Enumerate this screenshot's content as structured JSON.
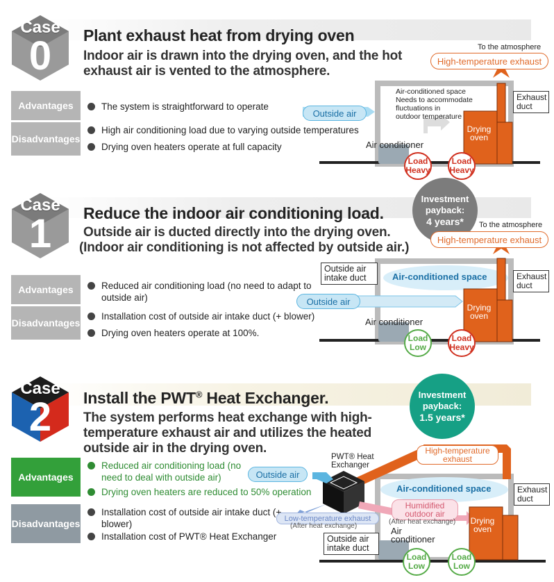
{
  "colors": {
    "oven": "#e0621c",
    "exhaust": "#e0621c",
    "outside_air": "#5bb5e0",
    "advantage_green": "#33a03a",
    "case2_red": "#d42a1c",
    "case2_blue": "#1c62b0"
  },
  "cases": [
    {
      "word": "Case",
      "number": "0",
      "title": "Plant exhaust heat from drying oven",
      "subtitle": "Indoor air is drawn into the drying oven, and the hot exhaust air is vented to the atmosphere.",
      "advantages_label": "Advantages",
      "disadvantages_label": "Disadvantages",
      "advantages": [
        "The system is straightforward to operate"
      ],
      "disadvantages": [
        "High air conditioning load due to varying outside temperatures",
        "Drying oven heaters operate at full capacity"
      ],
      "diagram": {
        "to_atmosphere": "To the atmosphere",
        "high_temp_exhaust": "High-temperature exhaust",
        "ac_space_note": "Air-conditioned space\nNeeds to accommodate\nfluctuations in\noutdoor temperature",
        "outside_air": "Outside air",
        "exhaust_duct": "Exhaust duct",
        "drying_oven": "Drying oven",
        "air_conditioner": "Air conditioner",
        "load_left": [
          "Load",
          "Heavy"
        ],
        "load_right": [
          "Load",
          "Heavy"
        ]
      }
    },
    {
      "word": "Case",
      "number": "1",
      "title": "Reduce the indoor air conditioning load.",
      "subtitle_lines": [
        "Outside air is ducted directly into the drying oven.",
        "(Indoor air conditioning is not affected by outside air.)"
      ],
      "payback": [
        "Investment",
        "payback:",
        "4 years*"
      ],
      "advantages_label": "Advantages",
      "disadvantages_label": "Disadvantages",
      "advantages": [
        "Reduced air conditioning load (no need to adapt to outside air)"
      ],
      "disadvantages": [
        "Installation cost of outside air intake duct (+ blower)",
        "Drying oven heaters operate at 100%."
      ],
      "diagram": {
        "to_atmosphere": "To the atmosphere",
        "high_temp_exhaust": "High-temperature exhaust",
        "intake_duct": "Outside air intake duct",
        "ac_space": "Air-conditioned space",
        "outside_air": "Outside air",
        "exhaust_duct": "Exhaust duct",
        "drying_oven": "Drying oven",
        "air_conditioner": "Air conditioner",
        "load_left": [
          "Load",
          "Low"
        ],
        "load_right": [
          "Load",
          "Heavy"
        ]
      }
    },
    {
      "word": "Case",
      "number": "2",
      "title": "Install the PWT",
      "title_mark": "®",
      "title_end": " Heat Exchanger.",
      "subtitle": "The system performs heat exchange with high-temperature exhaust air and utilizes the heated outside air in the drying oven.",
      "payback": [
        "Investment",
        "payback:",
        "1.5 years*"
      ],
      "advantages_label": "Advantages",
      "disadvantages_label": "Disadvantages",
      "advantages": [
        "Reduced air conditioning load (no need to deal with outside air)",
        "Drying oven heaters are reduced to 50% operation"
      ],
      "disadvantages": [
        "Installation cost of outside air intake duct (+ blower)",
        "Installation cost of PWT® Heat Exchanger"
      ],
      "diagram": {
        "pwt_label": "PWT® Heat Exchanger",
        "high_temp_exhaust": "High-temperature exhaust",
        "outside_air": "Outside air",
        "ac_space": "Air-conditioned space",
        "low_temp_exhaust": "Low-temperature exhaust",
        "after_hx_1": "(After heat exchange)",
        "humidified": "Humidified outdoor air",
        "after_hx_2": "(After heat exchange)",
        "intake_duct": "Outside air intake duct",
        "exhaust_duct": "Exhaust duct",
        "drying_oven": "Drying oven",
        "air_conditioner": "Air conditioner",
        "load_left": [
          "Load",
          "Low"
        ],
        "load_right": [
          "Load",
          "Low"
        ]
      }
    }
  ]
}
